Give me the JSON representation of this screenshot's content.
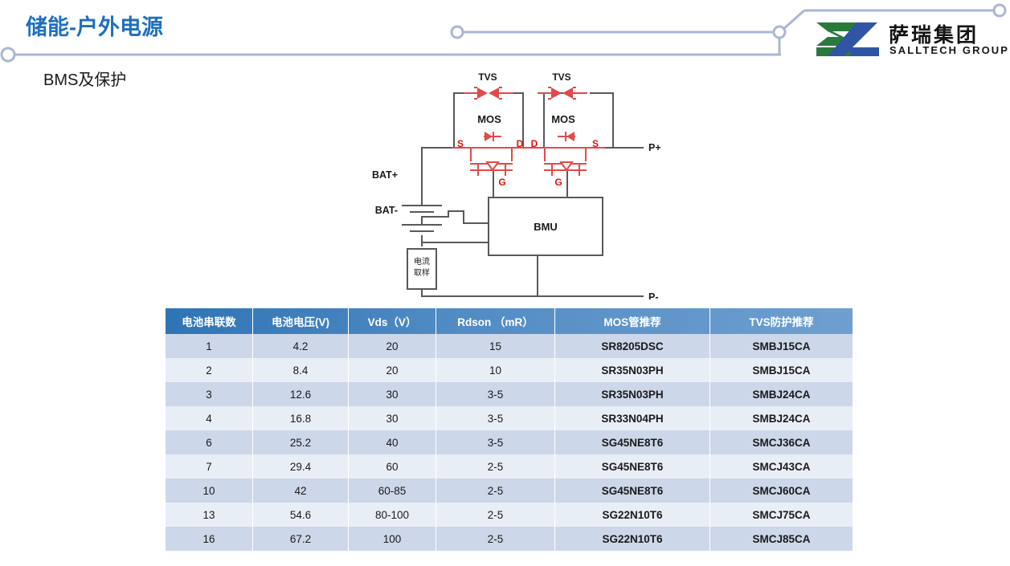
{
  "header": {
    "title": "储能-户外电源",
    "subtitle": "BMS及保护",
    "accent_color": "#1f6fc0",
    "deco_line_color": "#aab6d6"
  },
  "logo": {
    "name_cn": "萨瑞集团",
    "name_en": "SALLTECH GROUP",
    "mark_green": "#2a7a3e",
    "mark_blue": "#2f55a4"
  },
  "circuit": {
    "labels": {
      "tvs_left": "TVS",
      "tvs_right": "TVS",
      "mos_left": "MOS",
      "mos_right": "MOS",
      "s_left": "S",
      "d_left": "D",
      "g_left": "G",
      "d_right": "D",
      "s_right": "S",
      "g_right": "G",
      "bat_plus": "BAT+",
      "bat_minus": "BAT-",
      "p_plus": "P+",
      "p_minus": "P-",
      "bmu": "BMU",
      "shunt_line1": "电流",
      "shunt_line2": "取样"
    },
    "wire_color": "#595959",
    "device_color": "#e04a4a"
  },
  "table": {
    "header_gradient_from": "#2e74b5",
    "header_gradient_to": "#6f9fd0",
    "part_color": "#ee1111",
    "columns": [
      "电池串联数",
      "电池电压(V)",
      "Vds（V）",
      "Rdson （mR）",
      "MOS管推荐",
      "TVS防护推荐"
    ],
    "rows": [
      [
        "1",
        "4.2",
        "20",
        "15",
        "SR8205DSC",
        "SMBJ15CA"
      ],
      [
        "2",
        "8.4",
        "20",
        "10",
        "SR35N03PH",
        "SMBJ15CA"
      ],
      [
        "3",
        "12.6",
        "30",
        "3-5",
        "SR35N03PH",
        "SMBJ24CA"
      ],
      [
        "4",
        "16.8",
        "30",
        "3-5",
        "SR33N04PH",
        "SMBJ24CA"
      ],
      [
        "6",
        "25.2",
        "40",
        "3-5",
        "SG45NE8T6",
        "SMCJ36CA"
      ],
      [
        "7",
        "29.4",
        "60",
        "2-5",
        "SG45NE8T6",
        "SMCJ43CA"
      ],
      [
        "10",
        "42",
        "60-85",
        "2-5",
        "SG45NE8T6",
        "SMCJ60CA"
      ],
      [
        "13",
        "54.6",
        "80-100",
        "2-5",
        "SG22N10T6",
        "SMCJ75CA"
      ],
      [
        "16",
        "67.2",
        "100",
        "2-5",
        "SG22N10T6",
        "SMCJ85CA"
      ]
    ]
  }
}
